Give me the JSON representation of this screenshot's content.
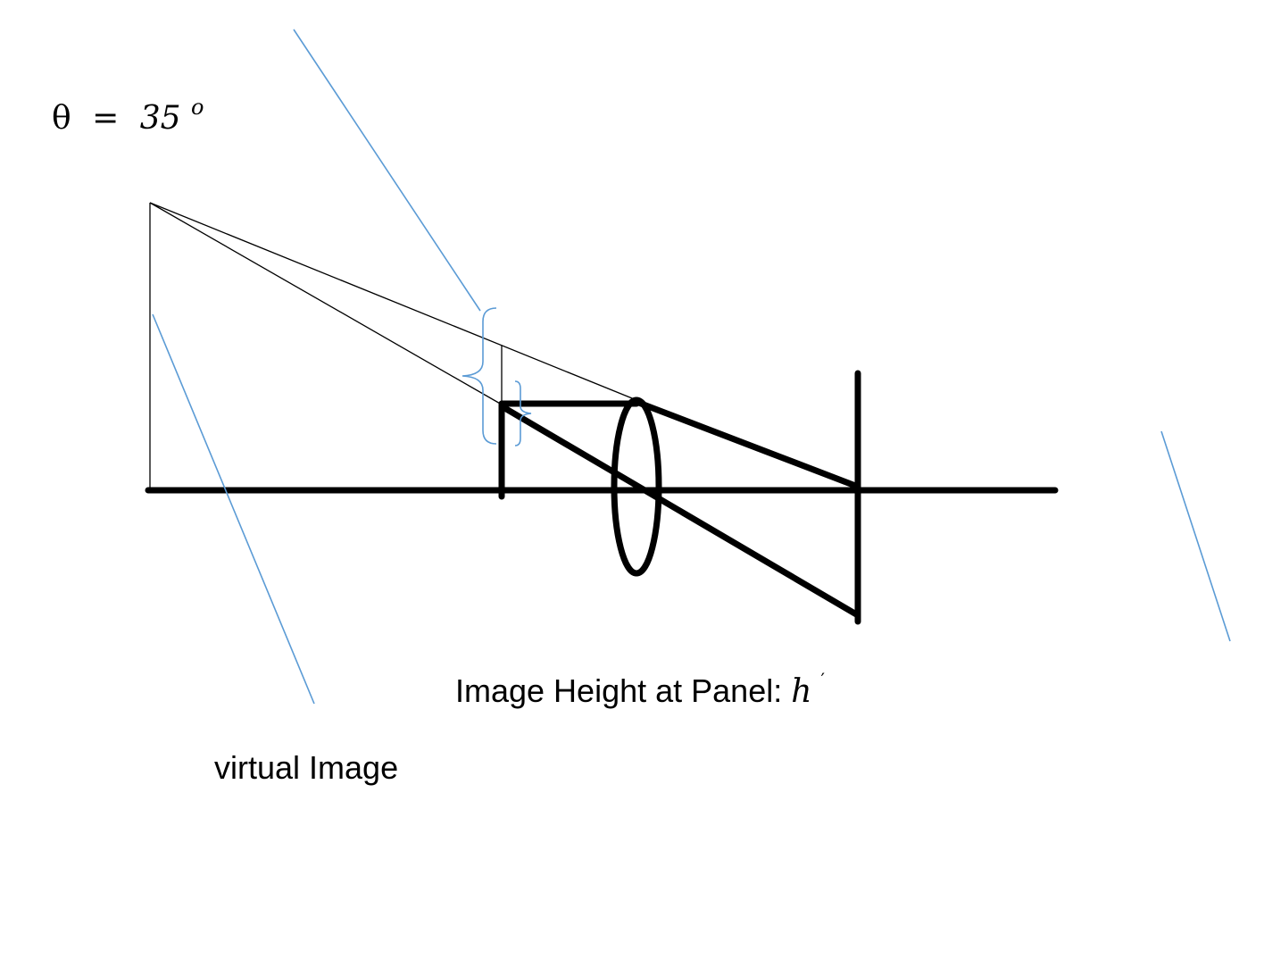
{
  "angle_label": {
    "symbol": "θ",
    "equals": "=",
    "value": "35",
    "unit": "o"
  },
  "image_height_label": {
    "text": "Image Height at Panel:",
    "symbol": "h",
    "prime": "′"
  },
  "virtual_image_label": "virtual Image",
  "colors": {
    "ink": "#000000",
    "annotation": "#5b9bd5"
  }
}
